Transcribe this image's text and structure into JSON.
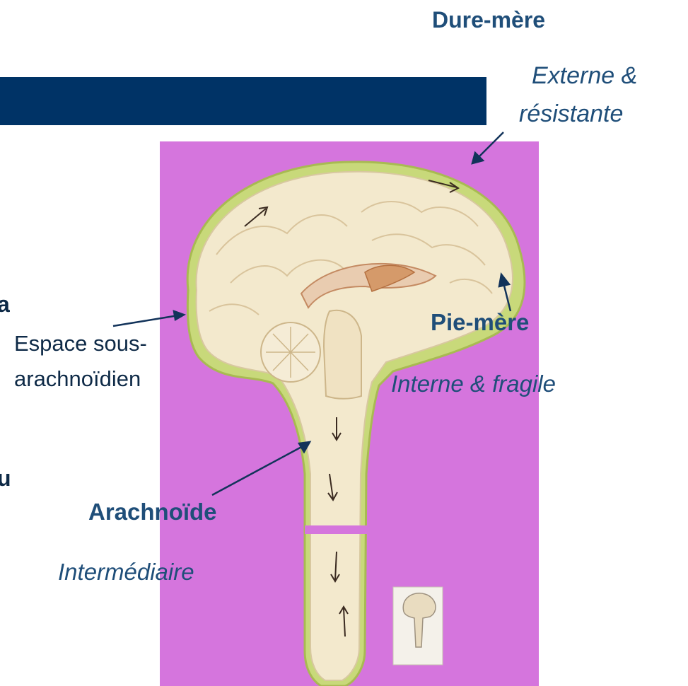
{
  "labels": {
    "dure_mere": "Dure-mère",
    "dure_mere_desc_line1": "Externe &",
    "dure_mere_desc_line2": "résistante",
    "pie_mere": "Pie-mère",
    "pie_mere_desc": "Interne & fragile",
    "espace_line1": "Espace sous-",
    "espace_line2": "arachnoïdien",
    "arachnoide": "Arachnoïde",
    "arachnoide_desc": "Intermédiaire",
    "cut_letter_1": "a",
    "cut_letter_2": "u"
  },
  "colors": {
    "title_bar": "#003366",
    "background_panel": "#d575dd",
    "label_text": "#1f4e79",
    "arrow": "#12335a"
  }
}
